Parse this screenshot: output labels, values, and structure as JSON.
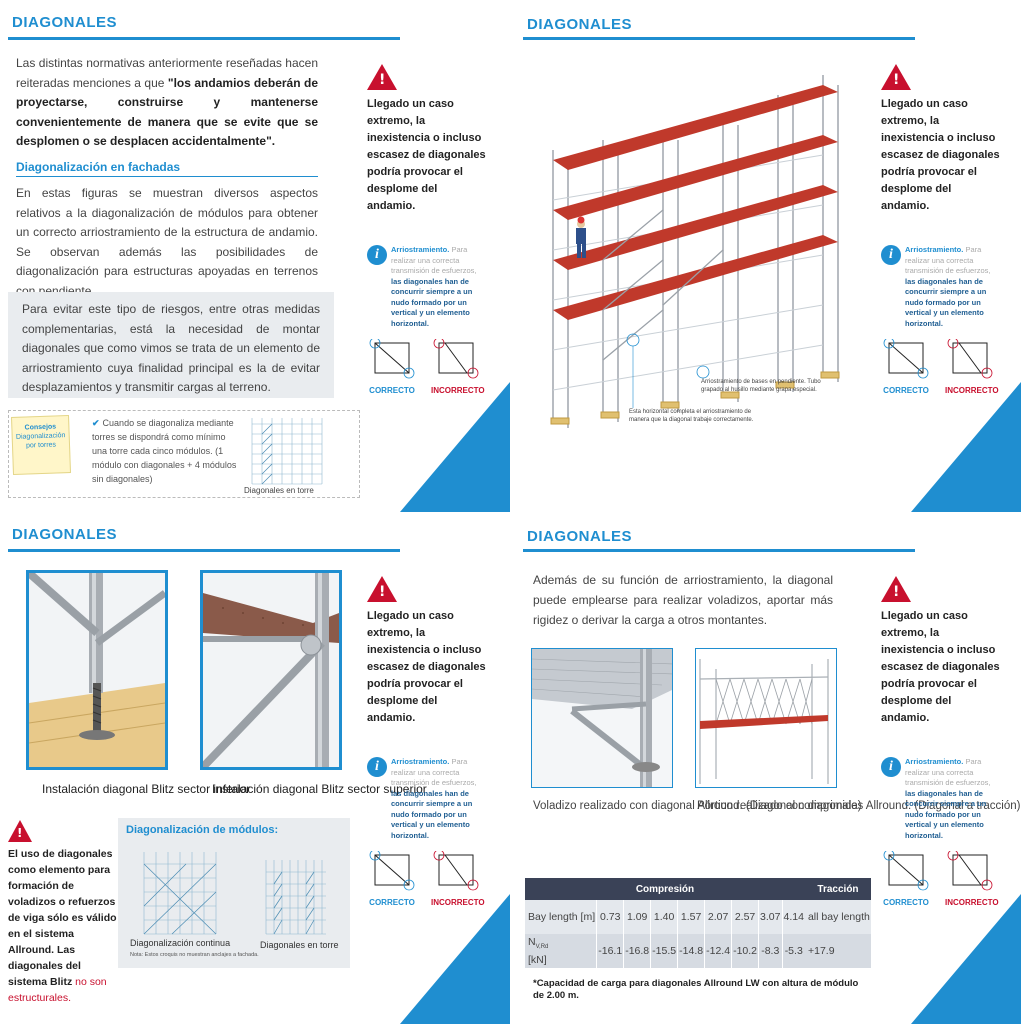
{
  "section_title": "DIAGONALES",
  "sidebar": {
    "warning": "Llegado un caso extremo, la inexistencia o incluso escasez de diagonales podría provocar el desplome del andamio.",
    "info_lead": "Arriostramiento.",
    "info_plain": "Para realizar una correcta transmisión de esfuerzos,",
    "info_strong": "las diagonales han de concurrir siempre a un nudo formado por un vertical y un elemento horizontal.",
    "correct_label": "CORRECTO",
    "incorrect_label": "INCORRECTO"
  },
  "panel1": {
    "intro_plain": "Las distintas normativas anteriormente reseñadas hacen reiteradas menciones a que ",
    "intro_bold": "\"los andamios deberán de proyectarse, construirse y mantenerse convenientemente de manera que se evite que se desplomen o se desplacen accidentalmente\".",
    "subheading": "Diagonalización en fachadas",
    "paragraph": "En estas figuras se muestran diversos aspectos relativos a la diagonalización de módulos para obtener un correcto arriostramiento de la estructura de andamio. Se observan además las posibilidades de diagonalización para estructuras apoyadas en terrenos con pendiente.",
    "grey_box": "Para evitar este tipo de riesgos, entre otras medidas complementarias, está la necesidad de montar diagonales que como vimos se trata de un elemento de arriostramiento cuya finalidad principal es la de evitar desplazamientos y transmitir cargas al terreno.",
    "note_title": "Consejos",
    "note_text": "Diagonalización por torres",
    "tip_check": "✔",
    "tip_text": "Cuando se diagonaliza mediante torres se dispondrá como mínimo una torre cada cinco módulos. (1 módulo con diagonales + 4 módulos sin diagonales)",
    "tip_caption": "Diagonales en torre"
  },
  "panel2": {
    "caption_slope": "Arriostramiento de bases en pendiente. Tubo grapado al husillo mediante grapa especial.",
    "caption_horizontal": "Esta horizontal completa el arriostramiento de manera que la diagonal trabaje correctamente."
  },
  "panel3": {
    "caption_lower": "Instalación diagonal Blitz sector inferior",
    "caption_upper": "Instalación diagonal Blitz sector superior",
    "warning_text": "El uso de diagonales como elemento para formación de voladizos o refuerzos de viga sólo es válido en el sistema Allround. Las diagonales del sistema Blitz",
    "warning_red": "no son estructurales.",
    "modules_title": "Diagonalización de módulos:",
    "modules_cap1": "Diagonalización continua",
    "modules_cap2": "Diagonales en torre",
    "modules_note": "Nota: Estos croquis no muestran anclajes a fachada."
  },
  "panel4": {
    "intro": "Además de su función de arriostramiento, la diagonal puede emplearse para realizar voladizos, aportar más rigidez o derivar la carga a otros montantes.",
    "cap1": "Voladizo realizado con diagonal Allround. (Diagonal comprimida)",
    "cap2": "Pórtico realizado con diagonales Allround. (Diagonal a tracción)",
    "table": {
      "head_compression": "Compresión",
      "head_traction": "Tracción",
      "row1_label": "Bay length [m]",
      "row1_values": [
        "0.73",
        "1.09",
        "1.40",
        "1.57",
        "2.07",
        "2.57",
        "3.07",
        "4.14"
      ],
      "row1_traction": "all bay length",
      "row2_label_main": "N",
      "row2_label_sub": "V,Rd",
      "row2_label_unit": "[kN]",
      "row2_values": [
        "-16.1",
        "-16.8",
        "-15.5",
        "-14.8",
        "-12.4",
        "-10.2",
        "-8.3",
        "-5.3"
      ],
      "row2_traction": "+17.9"
    },
    "footnote": "*Capacidad de carga para diagonales Allround LW con altura de módulo de 2.00 m."
  },
  "colors": {
    "accent": "#1f8ed0",
    "alert": "#c8102e",
    "table_head": "#3a4257"
  }
}
